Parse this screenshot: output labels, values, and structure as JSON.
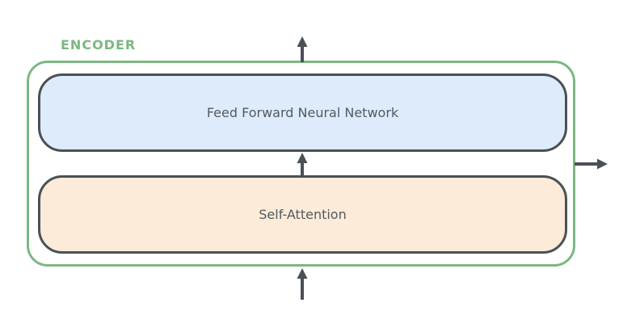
{
  "encoder": {
    "label": "ENCODER",
    "layers": [
      {
        "label": "Feed Forward Neural Network"
      },
      {
        "label": "Self-Attention"
      }
    ]
  },
  "icons": {
    "input_arrow": "arrow-up",
    "attention_to_ffnn_arrow": "arrow-up",
    "output_top_arrow": "arrow-up",
    "output_right_arrow": "arrow-right"
  },
  "colors": {
    "background": "#ffffff",
    "encoder_green": "#7bb881",
    "box_border": "#4a5056",
    "arrow": "#4a5056",
    "ffnn_fill": "#ddebfb",
    "attention_fill": "#fcebd9",
    "label_text": "#545a61"
  }
}
